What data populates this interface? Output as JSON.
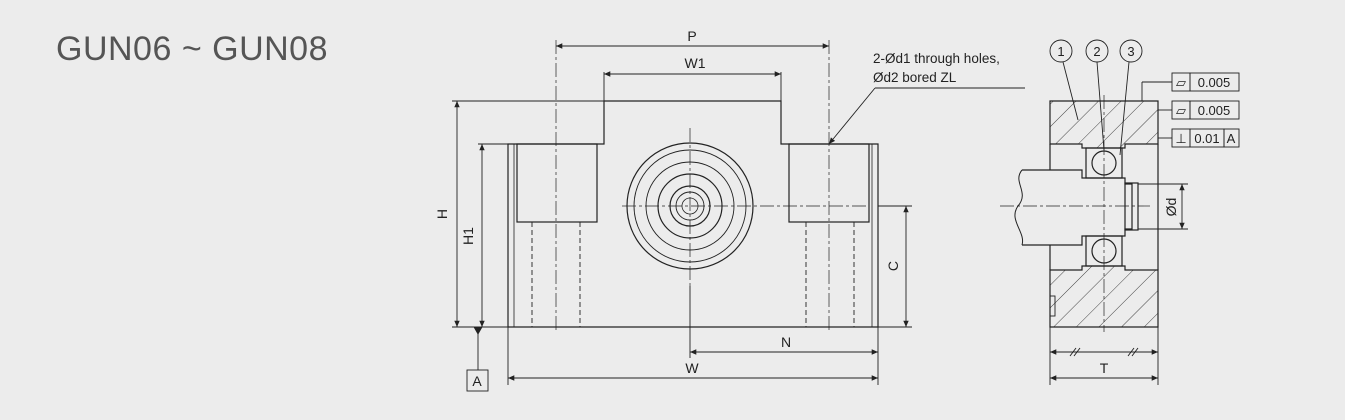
{
  "title": "GUN06 ~ GUN08",
  "dims": {
    "P": "P",
    "W1": "W1",
    "H": "H",
    "H1": "H1",
    "C": "C",
    "N": "N",
    "W": "W",
    "T": "T",
    "d": "Ød"
  },
  "datum": "A",
  "callout": {
    "line1": "2-Ød1 through holes,",
    "line2": "Ød2 bored ZL"
  },
  "parts": [
    "1",
    "2",
    "3"
  ],
  "tolerances": [
    {
      "symbol": "▱",
      "value": "0.005",
      "datum": ""
    },
    {
      "symbol": "▱",
      "value": "0.005",
      "datum": ""
    },
    {
      "symbol": "⊥",
      "value": "0.01",
      "datum": "A"
    }
  ],
  "colors": {
    "line": "#222222",
    "background": "#ececec",
    "title": "#555555"
  }
}
